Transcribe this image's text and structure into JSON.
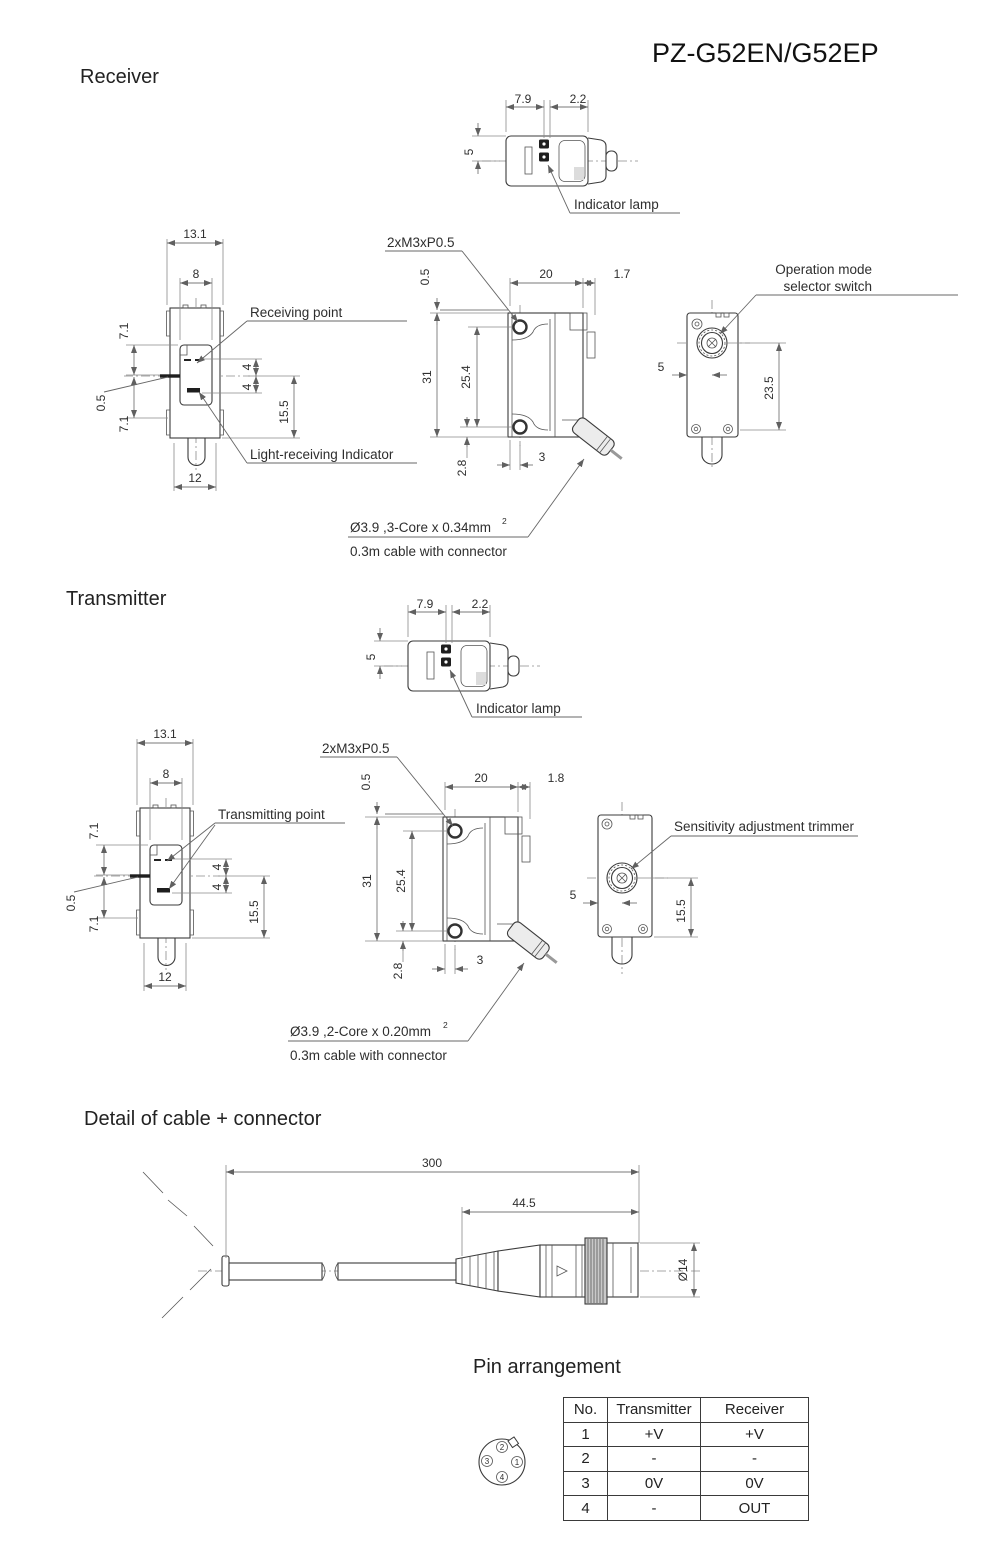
{
  "title": "PZ-G52EN/G52EP",
  "receiver": {
    "section_label": "Receiver",
    "top_view": {
      "width_front": "7.9",
      "width_rear": "2.2",
      "height_to_center": "5",
      "indicator_label": "Indicator lamp"
    },
    "front_view": {
      "overall_width": "13.1",
      "window_width": "8",
      "upper_offset": "7.1",
      "axis_offset": "0.5",
      "lower_offset": "7.1",
      "point_offset_upper": "4",
      "point_offset_lower": "4",
      "center_to_bottom": "15.5",
      "bottom_width": "12",
      "point_label": "Receiving point",
      "indicator_label": "Light-receiving Indicator"
    },
    "side_view": {
      "screw_spec": "2xM3xP0.5",
      "lip": "0.5",
      "depth": "20",
      "rear_lip": "1.7",
      "height": "31",
      "hole_pitch": "25.4",
      "hole_to_bottom": "2.8",
      "hole_inset": "3"
    },
    "rear_view": {
      "label_line1": "Operation mode",
      "label_line2": "selector switch",
      "center_offset": "5",
      "center_to_bottom": "23.5"
    },
    "cable_note": {
      "line1": "Ø3.9 ,3-Core x 0.34mm",
      "sup": "2",
      "line2": "0.3m cable with connector"
    }
  },
  "transmitter": {
    "section_label": "Transmitter",
    "top_view": {
      "width_front": "7.9",
      "width_rear": "2.2",
      "height_to_center": "5",
      "indicator_label": "Indicator lamp"
    },
    "front_view": {
      "overall_width": "13.1",
      "window_width": "8",
      "upper_offset": "7.1",
      "axis_offset": "0.5",
      "lower_offset": "7.1",
      "point_offset_upper": "4",
      "point_offset_lower": "4",
      "center_to_bottom": "15.5",
      "bottom_width": "12",
      "point_label": "Transmitting point"
    },
    "side_view": {
      "screw_spec": "2xM3xP0.5",
      "lip": "0.5",
      "depth": "20",
      "rear_lip": "1.8",
      "height": "31",
      "hole_pitch": "25.4",
      "hole_to_bottom": "2.8",
      "hole_inset": "3"
    },
    "rear_view": {
      "label": "Sensitivity adjustment trimmer",
      "center_offset": "5",
      "center_to_bottom": "15.5"
    },
    "cable_note": {
      "line1": "Ø3.9 ,2-Core x 0.20mm",
      "sup": "2",
      "line2": "0.3m cable with connector"
    }
  },
  "cable_detail": {
    "section_label": "Detail of cable + connector",
    "overall_length": "300",
    "connector_length": "44.5",
    "diameter": "Ø14"
  },
  "pin_arrangement": {
    "section_label": "Pin arrangement",
    "pin_numbers": {
      "top": "2",
      "left": "3",
      "right": "1",
      "bottom": "4"
    },
    "table": {
      "headers": [
        "No.",
        "Transmitter",
        "Receiver"
      ],
      "rows": [
        [
          "1",
          "+V",
          "+V"
        ],
        [
          "2",
          "-",
          "-"
        ],
        [
          "3",
          "0V",
          "0V"
        ],
        [
          "4",
          "-",
          "OUT"
        ]
      ]
    }
  }
}
